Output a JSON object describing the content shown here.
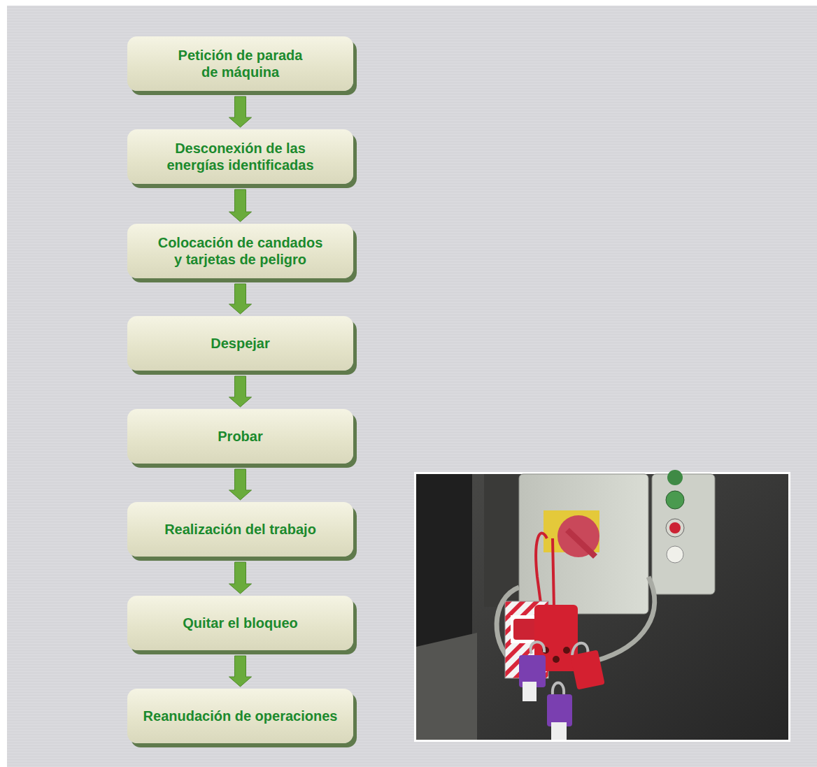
{
  "diagram": {
    "nodes": [
      {
        "text": [
          "Petición de parada de máquina"
        ]
      },
      {
        "text": [
          "Desconexión de las energías identificadas"
        ]
      },
      {
        "text": [
          "Colocación de candados y tarjetas de peligro"
        ]
      },
      {
        "text": [
          "Despejar"
        ]
      },
      {
        "text": [
          "Probar"
        ]
      },
      {
        "text": [
          "Realización del trabajo"
        ]
      },
      {
        "text": [
          "Quitar el bloqueo"
        ]
      },
      {
        "text": [
          "Reanudación de operaciones"
        ]
      }
    ],
    "edges": [
      {
        "from": 0,
        "to": 1,
        "arrow": "to"
      },
      {
        "from": 1,
        "to": 2,
        "arrow": "to"
      },
      {
        "from": 2,
        "to": 3,
        "arrow": "to"
      },
      {
        "from": 3,
        "to": 4,
        "arrow": "to"
      },
      {
        "from": 4,
        "to": 5,
        "arrow": "to"
      },
      {
        "from": 5,
        "to": 6,
        "arrow": "to"
      },
      {
        "from": 6,
        "to": 7,
        "arrow": "to"
      }
    ]
  }
}
